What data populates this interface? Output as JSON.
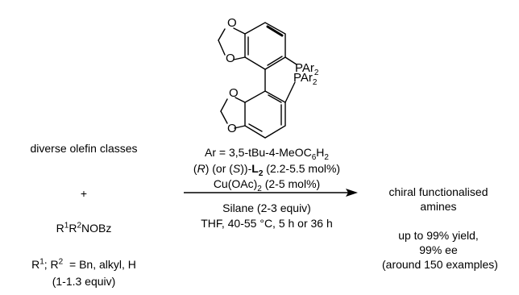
{
  "ligand": {
    "atoms": {
      "o1": "O",
      "o2": "O",
      "o3": "O",
      "o4": "O",
      "p_top": "PAr",
      "p_bottom": "PAr",
      "sub2": "2"
    },
    "ar_definition": {
      "prefix": "Ar = 3,5-tBu-4-MeOC",
      "sub_c": "6",
      "h": "H",
      "sub_h": "2"
    }
  },
  "conditions": {
    "ligand_line": {
      "open": "(",
      "r": "R",
      "mid": ") (or (",
      "s": "S",
      "close": "))-",
      "l": "L",
      "l_sub": "2",
      "loading": " (2.2-5.5 mol%)"
    },
    "copper_line": {
      "prefix": "Cu(OAc)",
      "sub": "2",
      "loading": " (2-5 mol%)"
    },
    "silane_line": "Silane (2-3 equiv)",
    "solvent_line": "THF, 40-55 °C, 5 h or 36 h"
  },
  "reactants": {
    "olefin": "diverse olefin classes",
    "plus": "+",
    "amine": {
      "r1": "R",
      "sup1": "1",
      "r2": "R",
      "sup2": "2",
      "tail": "NOBz"
    },
    "r_def": {
      "r1": "R",
      "sup1": "1",
      "sep": "; R",
      "sup2": "2",
      "tail": "  = Bn, alkyl, H"
    },
    "equiv": "(1-1.3 equiv)"
  },
  "product": {
    "line1": "chiral functionalised",
    "line2": "amines",
    "yield": "up to 99% yield,",
    "ee": "99% ee",
    "examples": "(around 150 examples)"
  }
}
